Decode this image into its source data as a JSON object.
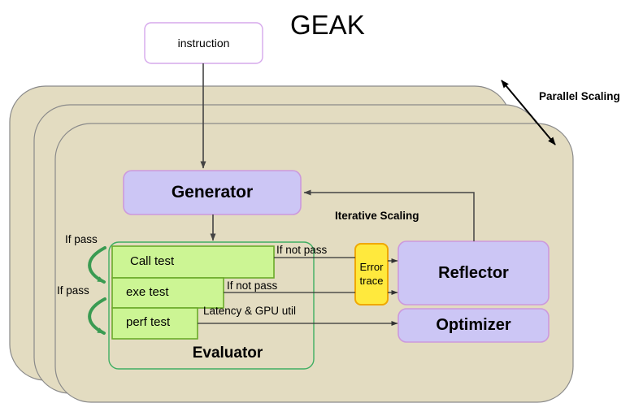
{
  "title": "GEAK",
  "colors": {
    "panel_fill": "#e3dcc1",
    "panel_stroke": "#8a8a8a",
    "agent_fill": "#ccc6f5",
    "agent_stroke": "#cc99dd",
    "test_fill": "#ccf594",
    "test_stroke": "#6aaa2a",
    "evaluator_stroke": "#3fae62",
    "error_fill": "#ffe93d",
    "error_stroke": "#f0a800",
    "instruction_stroke": "#d6a8ec",
    "arrow": "#444444",
    "pass_arrow": "#3a9b52",
    "text": "#000000"
  },
  "instruction": {
    "label": "instruction"
  },
  "scaling": {
    "parallel_label": "Parallel Scaling",
    "iterative_label": "Iterative Scaling"
  },
  "agents": {
    "generator": "Generator",
    "reflector": "Reflector",
    "optimizer": "Optimizer"
  },
  "evaluator": {
    "label": "Evaluator",
    "tests": [
      {
        "label": "Call test"
      },
      {
        "label": "exe test"
      },
      {
        "label": "perf test"
      }
    ]
  },
  "error_trace": {
    "line1": "Error",
    "line2": "trace"
  },
  "edges": {
    "if_not_pass_call": "If not pass",
    "if_not_pass_exe": "If not pass",
    "latency_gpu": "Latency & GPU util",
    "if_pass_call": "If pass",
    "if_pass_exe": "If pass"
  }
}
